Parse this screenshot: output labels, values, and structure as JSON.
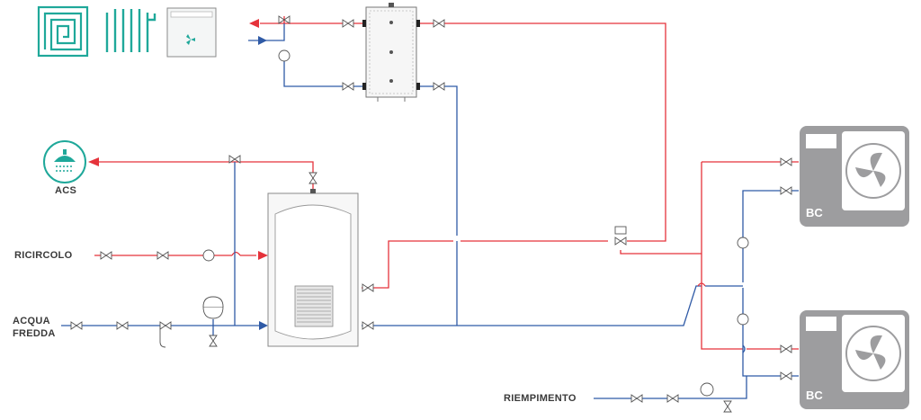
{
  "labels": {
    "acs": "ACS",
    "ricircolo": "RICIRCOLO",
    "acqua_line1": "ACQUA",
    "acqua_line2": "FREDDA",
    "riempimento": "RIEMPIMENTO",
    "bc_top": "BC",
    "bc_bottom": "BC"
  },
  "colors": {
    "hot_pipe": "#e5333b",
    "cold_pipe": "#2f5aa6",
    "accent_teal": "#1fa89a",
    "unit_gray": "#9d9d9f",
    "equipment_outline": "#9a9a9a"
  },
  "icons": {
    "emitters": [
      "underfloor-heating-icon",
      "radiator-icon",
      "fan-coil-icon"
    ],
    "acs": "shower-icon",
    "heat_pump": "heat-pump-fan-icon"
  }
}
